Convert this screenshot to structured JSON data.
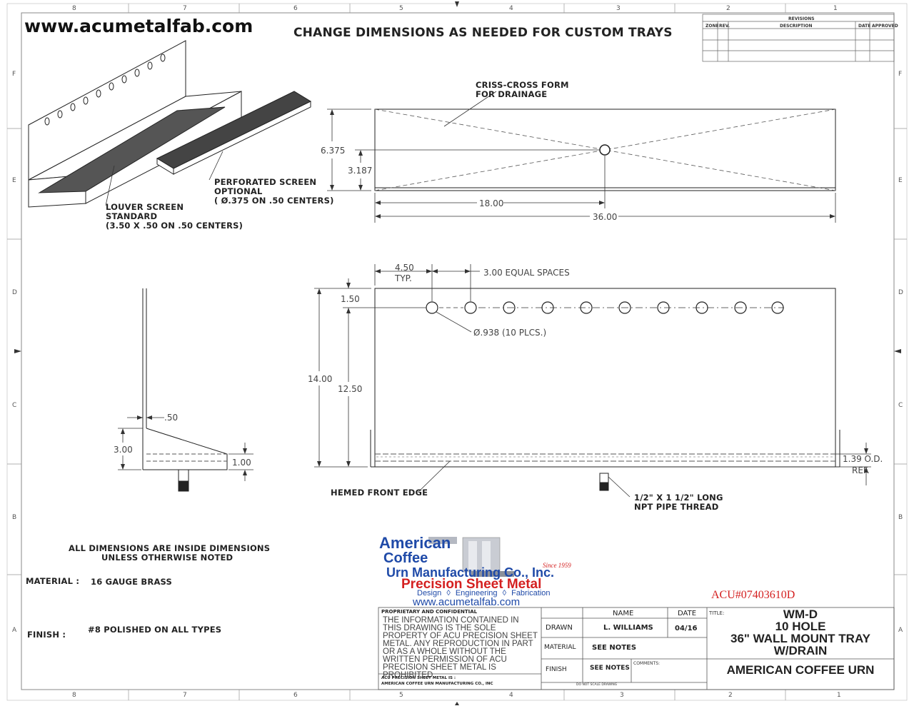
{
  "header": {
    "website": "www.acumetalfab.com",
    "headline": "CHANGE DIMENSIONS AS NEEDED FOR CUSTOM TRAYS"
  },
  "zones": {
    "top": [
      "8",
      "7",
      "6",
      "5",
      "4",
      "3",
      "2",
      "1"
    ],
    "side": [
      "F",
      "E",
      "D",
      "C",
      "B",
      "A"
    ]
  },
  "revisions": {
    "title": "REVISIONS",
    "columns": [
      "ZONE",
      "REV.",
      "DESCRIPTION",
      "DATE",
      "APPROVED"
    ]
  },
  "iso_notes": {
    "louver_1": "LOUVER SCREEN",
    "louver_2": "STANDARD",
    "louver_3": "(3.50 X .50 ON .50 CENTERS)",
    "perf_1": "PERFORATED SCREEN",
    "perf_2": "OPTIONAL",
    "perf_3": "( Ø.375 ON .50 CENTERS)"
  },
  "top_view": {
    "note_1": "CRISS-CROSS FORM",
    "note_2": "FOR DRAINAGE",
    "dim_depth": "6.375",
    "dim_half_depth": "3.187",
    "dim_half_length": "18.00",
    "dim_length": "36.00"
  },
  "front_view": {
    "dim_first": "4.50",
    "dim_first_typ": "TYP.",
    "dim_spacing": "3.00 EQUAL SPACES",
    "dim_top": "1.50",
    "dim_height": "14.00",
    "dim_hole_height": "12.50",
    "hole_note": "Ø.938 (10 PLCS.)",
    "od_1": "1.39 O.D.",
    "od_2": "REF.",
    "hem_note": "HEMED FRONT EDGE",
    "pipe_1": "1/2\" X 1 1/2\" LONG",
    "pipe_2": "NPT PIPE THREAD"
  },
  "side_view": {
    "dim_thickness": ".50",
    "dim_depth": "3.00",
    "dim_front": "1.00"
  },
  "notes": {
    "all_dims_1": "ALL DIMENSIONS ARE INSIDE DIMENSIONS",
    "all_dims_2": "UNLESS OTHERWISE NOTED",
    "material_label": "MATERIAL :",
    "material_value": "16 GAUGE BRASS",
    "finish_label": "FINISH :",
    "finish_value": "#8 POLISHED ON ALL TYPES"
  },
  "logo": {
    "line_1": "American",
    "line_2": "Coffee",
    "line_3": "Urn Manufacturing Co., Inc.",
    "since": "Since 1959",
    "psm": "Precision Sheet Metal",
    "tag_1": "Design",
    "tag_2": "Engineering",
    "tag_3": "Fabrication",
    "separator": "◊",
    "url": "www.acumetalfab.com"
  },
  "part_number": "ACU#07403610D",
  "title_block": {
    "prop_heading": "PROPRIETARY AND CONFIDENTIAL",
    "prop_text": "THE INFORMATION CONTAINED IN THIS DRAWING IS THE SOLE PROPERTY OF ACU PRECISION SHEET METAL. ANY REPRODUCTION IN PART OR AS A WHOLE WITHOUT THE WRITTEN PERMISSION OF ACU PRECISION SHEET METAL IS PROHIBITED.",
    "footer_1": "ACU PRECISION SHEET METAL IS :",
    "footer_2": "AMERICAN COFFEE URN MANUFACTURING CO., INC",
    "name_header": "NAME",
    "date_header": "DATE",
    "drawn_label": "DRAWN",
    "drawn_name": "L. WILLIAMS",
    "drawn_date": "04/16",
    "material_label": "MATERIAL",
    "material_value": "SEE NOTES",
    "finish_label": "FINISH",
    "finish_value": "SEE NOTES",
    "comments_label": "COMMENTS:",
    "no_scale": "DO NOT SCALE DRAWING",
    "title_label": "TITLE:",
    "title_1": "WM-D",
    "title_2": "10 HOLE",
    "title_3": "36\" WALL MOUNT TRAY",
    "title_4": "W/DRAIN",
    "company": "AMERICAN COFFEE URN"
  }
}
